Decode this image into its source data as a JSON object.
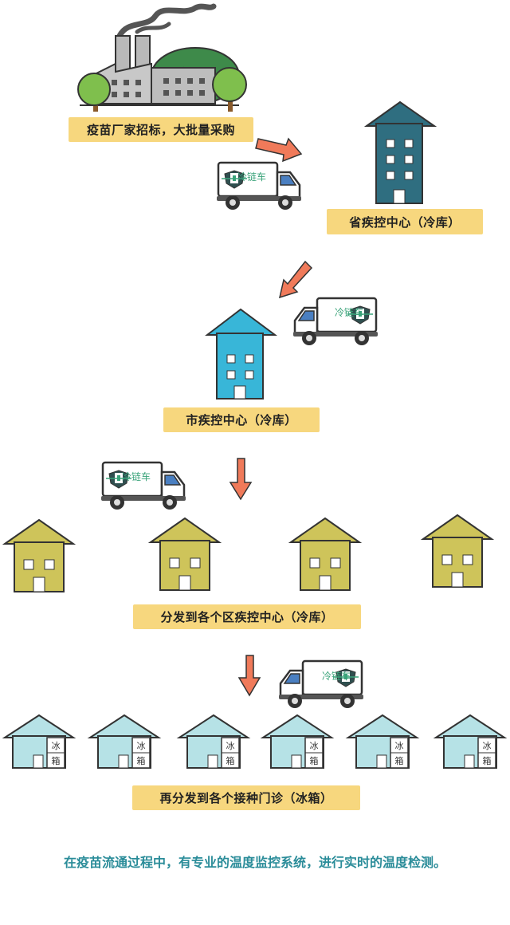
{
  "labels": {
    "factory": "疫苗厂家招标，大批量采购",
    "province": "省疾控中心（冷库）",
    "city": "市疾控中心（冷库）",
    "district": "分发到各个区疾控中心（冷库）",
    "clinic": "再分发到各个接种门诊（冰箱）"
  },
  "truck_label": "冷链车",
  "fridge_labels": [
    "冰",
    "箱"
  ],
  "caption": "在疫苗流通过程中，有专业的温度监控系统，进行实时的温度检测。",
  "colors": {
    "label_bg": "#f7d77e",
    "arrow": "#f07a5a",
    "province_building": "#2f6e80",
    "city_building": "#38b6d8",
    "district_house": "#cec45a",
    "clinic_house": "#b6e2e6",
    "caption_text": "#2a8c99",
    "truck_logo": "#3aa37a"
  },
  "icons": [
    "factory-icon",
    "tree-icon",
    "truck-icon",
    "arrow-icon",
    "building-icon",
    "house-icon",
    "fridge-icon"
  ]
}
